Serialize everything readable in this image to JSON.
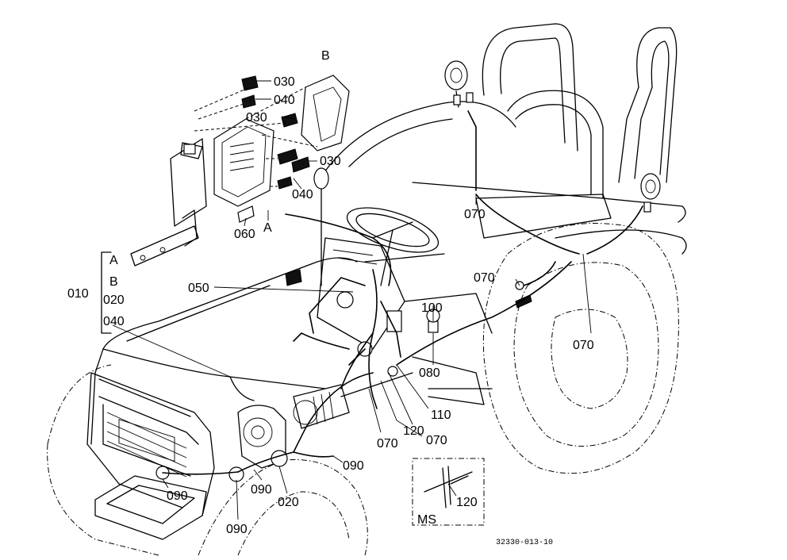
{
  "labels": {
    "l030a": "030",
    "l040a": "040",
    "l030b": "030",
    "lB": "B",
    "l030c": "030",
    "l040b": "040",
    "l060": "060",
    "lA": "A",
    "l010": "010",
    "lAlist": "A",
    "lBlist": "B",
    "l020list": "020",
    "l040list": "040",
    "l050": "050",
    "l070a": "070",
    "l070b": "070",
    "l070c": "070",
    "l100": "100",
    "l080": "080",
    "l110": "110",
    "l120": "120",
    "l070d": "070",
    "l070e": "070",
    "l090a": "090",
    "l090b": "090",
    "l090c": "090",
    "l090d": "090",
    "l020": "020",
    "l120ms": "120",
    "lMS": "MS",
    "code": "32330-013-10"
  }
}
